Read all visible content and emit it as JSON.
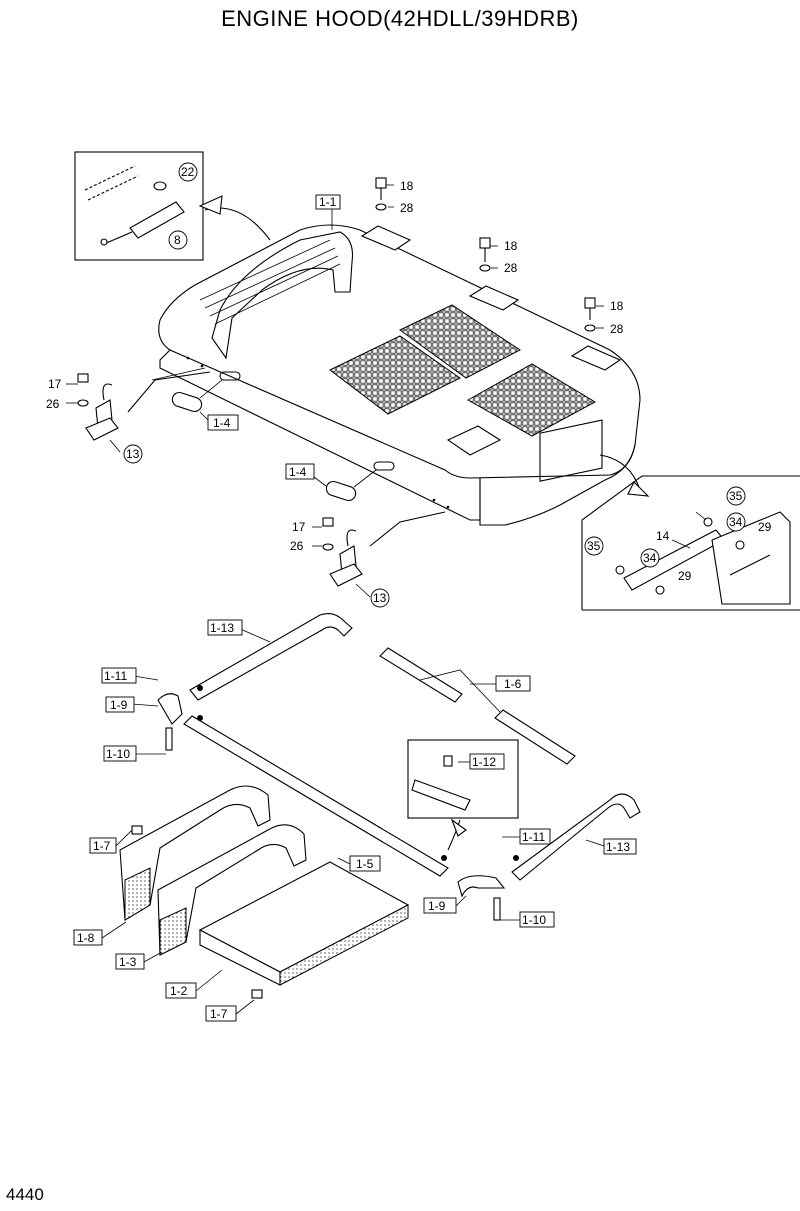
{
  "title": "ENGINE HOOD(42HDLL/39HDRB)",
  "page_number": "4440",
  "labels": {
    "l1_1": "1-1",
    "l18a": "18",
    "l28a": "28",
    "l18b": "18",
    "l28b": "28",
    "l18c": "18",
    "l28c": "28",
    "l22": "22",
    "l8": "8",
    "l17a": "17",
    "l26a": "26",
    "l13a": "13",
    "l1_4a": "1-4",
    "l1_4b": "1-4",
    "l17b": "17",
    "l26b": "26",
    "l13b": "13",
    "l35a": "35",
    "l34a": "34",
    "l29a": "29",
    "l14": "14",
    "l35b": "35",
    "l34b": "34",
    "l29b": "29",
    "l1_13a": "1-13",
    "l1_11a": "1-11",
    "l1_9a": "1-9",
    "l1_10a": "1-10",
    "l1_6": "1-6",
    "l1_12": "1-12",
    "l1_11b": "1-11",
    "l1_13b": "1-13",
    "l1_5": "1-5",
    "l1_9b": "1-9",
    "l1_10b": "1-10",
    "l1_7a": "1-7",
    "l1_8": "1-8",
    "l1_3": "1-3",
    "l1_2": "1-2",
    "l1_7b": "1-7"
  }
}
